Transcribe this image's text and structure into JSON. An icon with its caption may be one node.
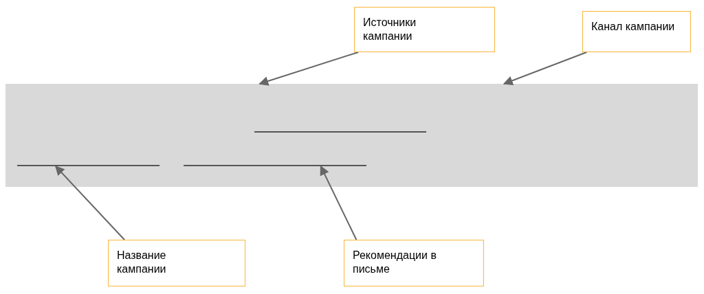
{
  "diagram": {
    "nodes": [
      {
        "text": [
          "Источники кампании"
        ]
      },
      {
        "text": [
          "Канал кампании"
        ]
      },
      {
        "text": [],
        "shape": "box"
      },
      {
        "text": [],
        "shape": "bar",
        "in": 2
      },
      {
        "text": [],
        "shape": "bar",
        "in": 2
      },
      {
        "text": [],
        "shape": "bar",
        "in": 2
      },
      {
        "text": [
          "Название кампании"
        ]
      },
      {
        "text": [
          "Рекомендации в письме"
        ]
      }
    ],
    "edges": [
      {
        "from": 0,
        "to": 2,
        "arrow": "to"
      },
      {
        "from": 1,
        "to": 2,
        "arrow": "to"
      },
      {
        "from": 6,
        "to": 4,
        "arrow": "to"
      },
      {
        "from": 7,
        "to": 5,
        "arrow": "to"
      }
    ]
  }
}
